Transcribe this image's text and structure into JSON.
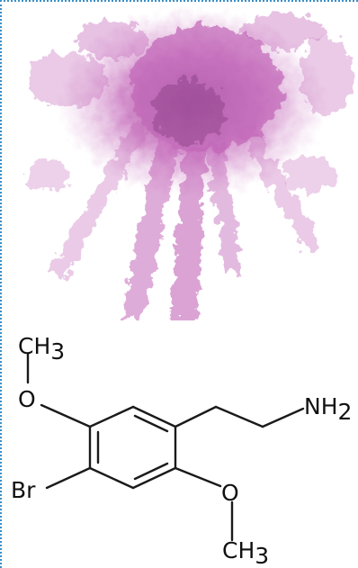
{
  "colors": {
    "border": "#3a8fc7",
    "powder": "#c266b8",
    "powder_dark": "#8a3d86",
    "bond": "#1a1a1a"
  },
  "structure": {
    "methoxy_top": {
      "carbon": "CH",
      "subscript": "3",
      "oxygen": "O"
    },
    "amine": {
      "symbol": "NH",
      "subscript": "2"
    },
    "bromine": "Br",
    "methoxy_bottom": {
      "oxygen": "O",
      "carbon": "CH",
      "subscript": "3"
    }
  }
}
